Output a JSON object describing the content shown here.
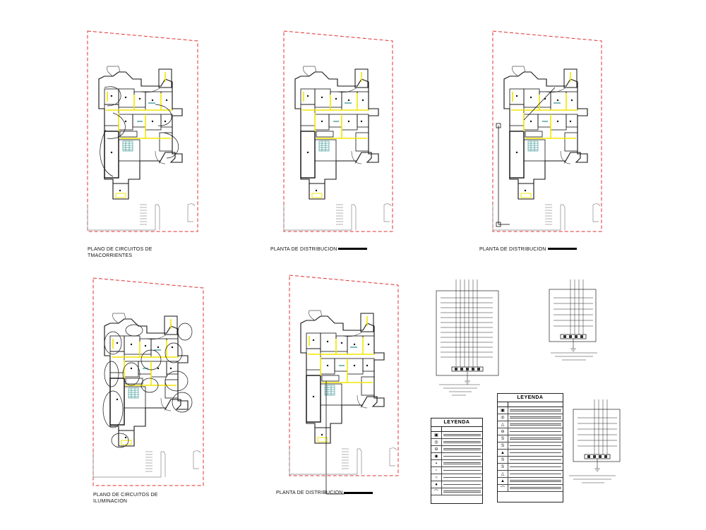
{
  "captions": {
    "p1": "PLANO DE CIRCUITOS DE\nTMACORRIENTES",
    "p2": "PLANTA DE DISTRIBUCION",
    "p3": "PLANTA DE DISTRIBUCION",
    "p4": "PLANO DE CIRCUITOS DE\nILUMINACION",
    "p5": "PLANTA DE DISTRIBUCION"
  },
  "legends": {
    "left_title": "LEYENDA",
    "right_title": "LEYENDA"
  },
  "colors": {
    "boundary": "#e03030",
    "walls": "#111111",
    "wiring": "#f2e600",
    "stair": "#2a8a8a"
  },
  "symbols": [
    "square-symbol",
    "circle-symbol",
    "triangle-symbol",
    "outlet-symbol",
    "switch-symbol",
    "arc-symbol"
  ]
}
